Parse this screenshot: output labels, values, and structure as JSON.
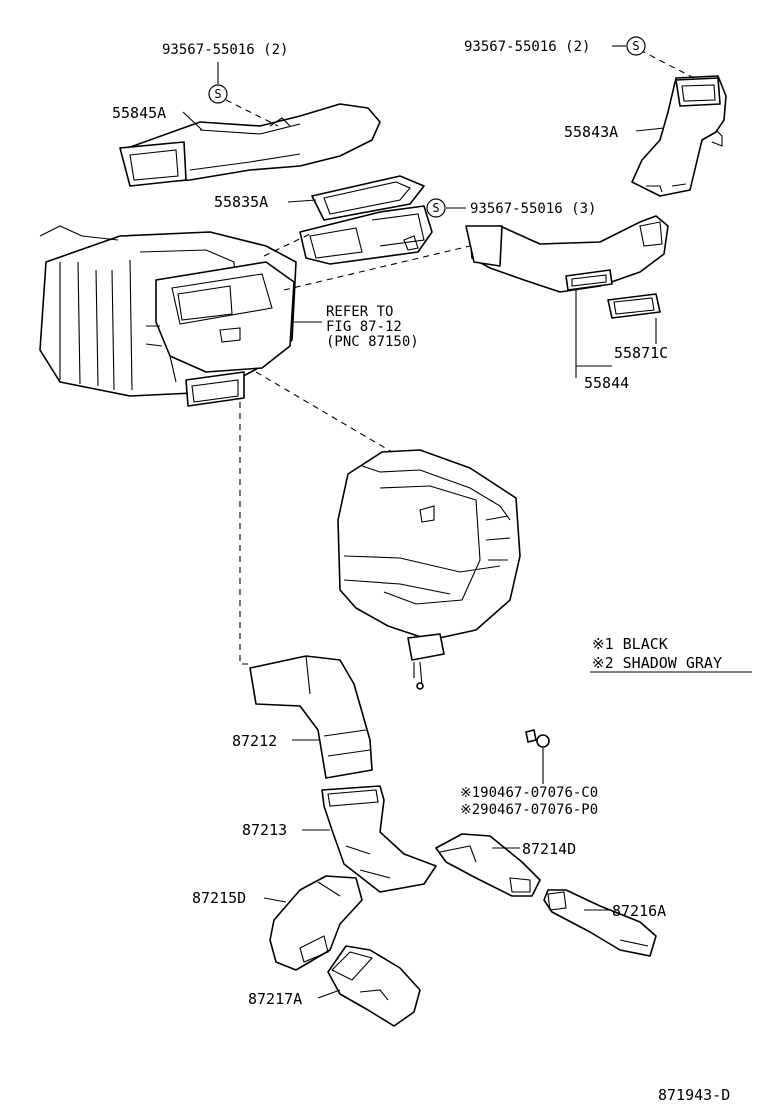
{
  "labels": {
    "screw_top_left": "93567-55016 (2)",
    "screw_top_right": "93567-55016 (2)",
    "screw_mid": "93567-55016 (3)",
    "p55845a": "55845A",
    "p55843a": "55843A",
    "p55835a": "55835A",
    "refer_line1": "REFER TO",
    "refer_line2": "FIG 87-12",
    "refer_line3": "(PNC 87150)",
    "p55871c": "55871C",
    "p55844": "55844",
    "p87212": "87212",
    "p87213": "87213",
    "p87214d": "87214D",
    "p87215d": "87215D",
    "p87216a": "87216A",
    "p87217a": "87217A",
    "clip_1": "※190467-07076-C0",
    "clip_2": "※290467-07076-P0",
    "diagram_id": "871943-D"
  },
  "legend": {
    "item1": "※1 BLACK",
    "item2": "※2 SHADOW GRAY"
  },
  "symbol": "S"
}
